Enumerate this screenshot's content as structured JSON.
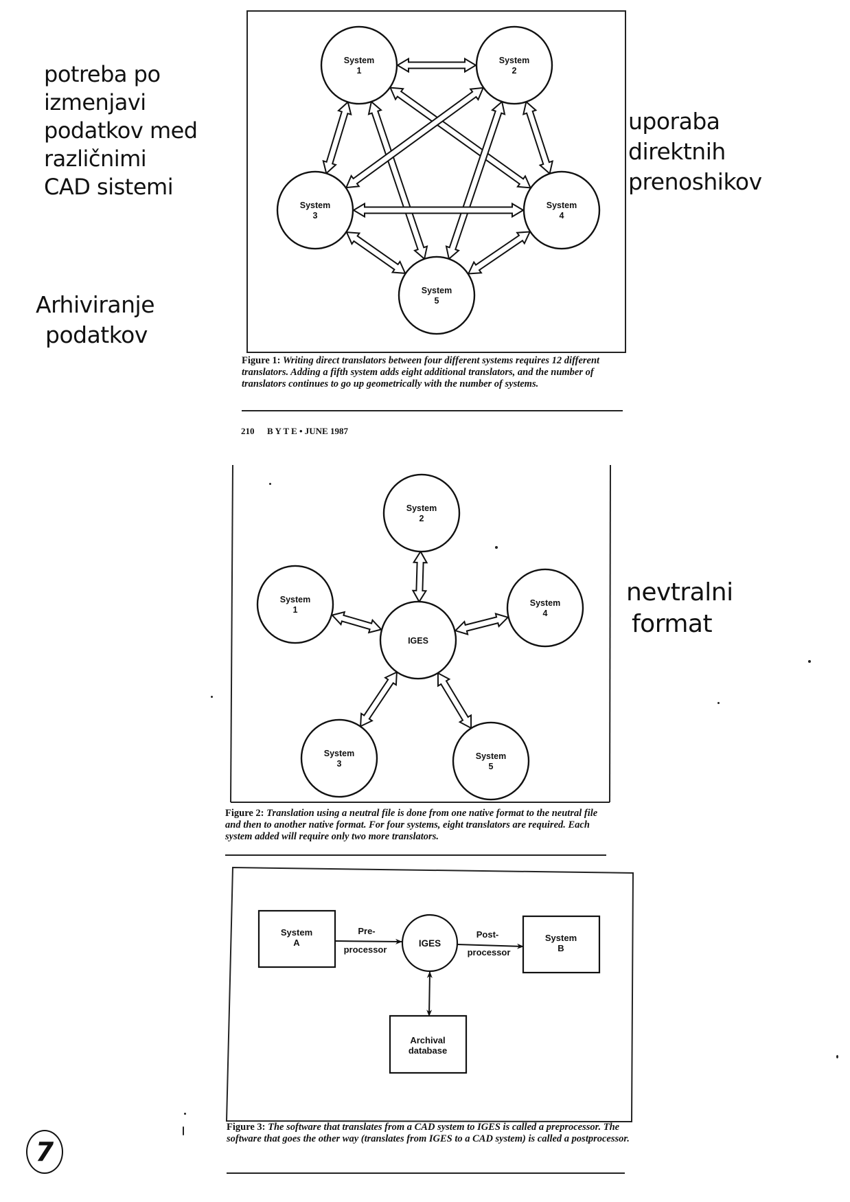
{
  "handwritten_notes": {
    "exchange_need": [
      "potreba po",
      "izmenjavi",
      "podatkov med",
      "različnimi",
      "CAD sistemi"
    ],
    "archiving": [
      "Arhiviranje",
      "podatkov"
    ],
    "direct_translators": [
      "uporaba",
      "direktnih",
      "prenoshikov"
    ],
    "neutral_format": [
      "nevtralni",
      "format"
    ],
    "page_number": "7"
  },
  "figure1": {
    "nodes": [
      {
        "line1": "System",
        "line2": "1"
      },
      {
        "line1": "System",
        "line2": "2"
      },
      {
        "line1": "System",
        "line2": "3"
      },
      {
        "line1": "System",
        "line2": "4"
      },
      {
        "line1": "System",
        "line2": "5"
      }
    ],
    "links": [
      [
        0,
        1
      ],
      [
        0,
        2
      ],
      [
        0,
        3
      ],
      [
        0,
        4
      ],
      [
        1,
        2
      ],
      [
        1,
        3
      ],
      [
        1,
        4
      ],
      [
        2,
        3
      ],
      [
        2,
        4
      ],
      [
        3,
        4
      ]
    ],
    "caption_label": "Figure 1:",
    "caption_text": "Writing direct translators between four different systems requires 12 different translators. Adding a fifth system adds eight additional translators, and the number of translators continues to go up geometrically with the number of systems."
  },
  "folio": {
    "page": "210",
    "magazine": "B Y T E",
    "separator": "•",
    "issue": "JUNE 1987"
  },
  "figure2": {
    "center": "IGES",
    "nodes": [
      {
        "line1": "System",
        "line2": "1"
      },
      {
        "line1": "System",
        "line2": "2"
      },
      {
        "line1": "System",
        "line2": "3"
      },
      {
        "line1": "System",
        "line2": "4"
      },
      {
        "line1": "System",
        "line2": "5"
      }
    ],
    "caption_label": "Figure 2:",
    "caption_text": "Translation using a neutral file is done from one native format to the neutral file and then to another native format. For four systems, eight translators are required. Each system added will require only two more translators."
  },
  "figure3": {
    "system_a": {
      "line1": "System",
      "line2": "A"
    },
    "system_b": {
      "line1": "System",
      "line2": "B"
    },
    "center": "IGES",
    "archive": {
      "line1": "Archival",
      "line2": "database"
    },
    "pre_label": {
      "line1": "Pre-",
      "line2": "processor"
    },
    "post_label": {
      "line1": "Post-",
      "line2": "processor"
    },
    "caption_label": "Figure 3:",
    "caption_text": "The software that translates from a CAD system to IGES is called a preprocessor. The software that goes the other way (translates from IGES to a CAD system) is called a postprocessor."
  },
  "colors": {
    "ink": "#111111",
    "paper": "#ffffff"
  }
}
